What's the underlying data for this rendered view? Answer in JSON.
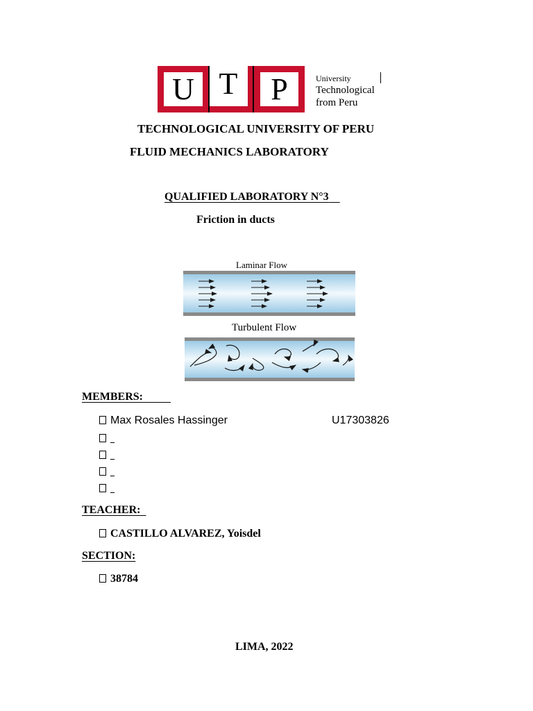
{
  "logo": {
    "letters": [
      "U",
      "T",
      "P"
    ],
    "tagline": [
      "University",
      "Technological",
      "from Peru"
    ],
    "colors": {
      "brand_red": "#c8102e",
      "dark": "#000000"
    }
  },
  "header": {
    "university": "TECHNOLOGICAL UNIVERSITY OF PERU",
    "lab": "FLUID MECHANICS LABORATORY"
  },
  "report": {
    "title": "QUALIFIED LABORATORY N°3",
    "subtitle": "Friction in ducts"
  },
  "figure": {
    "laminar_label": "Laminar Flow",
    "turbulent_label": "Turbulent Flow"
  },
  "members": {
    "heading": "MEMBERS:",
    "list": [
      {
        "name": "Max Rosales Hassinger",
        "code": "U17303826"
      },
      {
        "name": "",
        "code": ""
      },
      {
        "name": "",
        "code": ""
      },
      {
        "name": "",
        "code": ""
      },
      {
        "name": "",
        "code": ""
      }
    ]
  },
  "teacher": {
    "heading": "TEACHER:",
    "name": "CASTILLO ALVAREZ, Yoisdel"
  },
  "section": {
    "heading": "SECTION:",
    "value": "38784"
  },
  "footer": {
    "place_year": "LIMA, 2022"
  }
}
